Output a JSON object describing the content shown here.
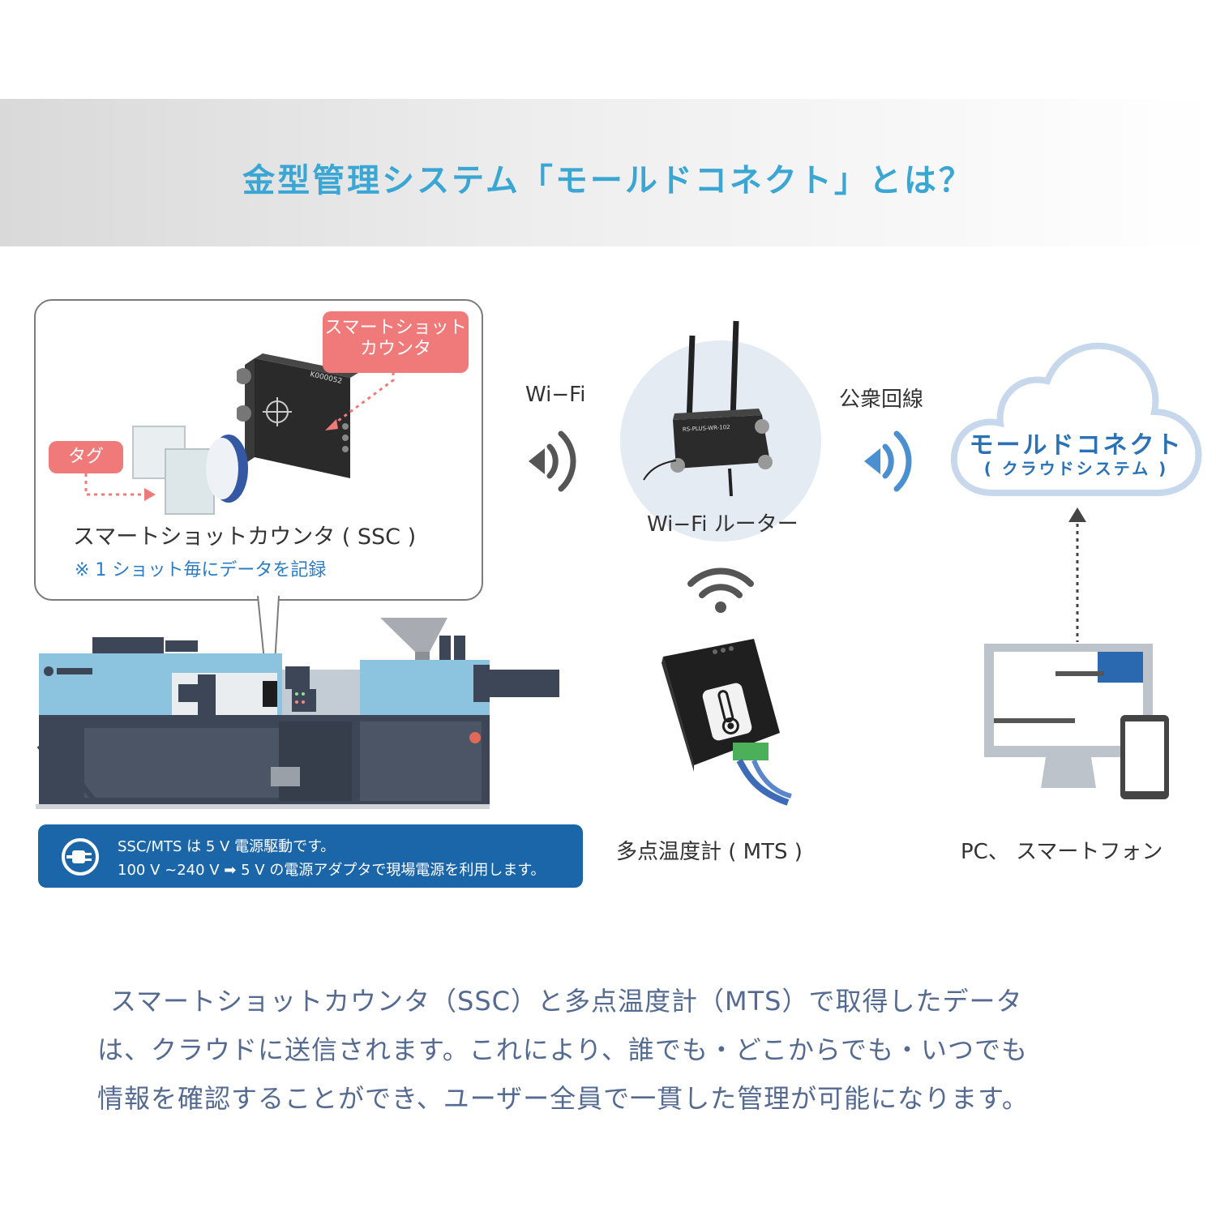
{
  "header": {
    "title": "金型管理システム「モールドコネクト」とは？"
  },
  "diagram": {
    "ssc_tag": [
      "スマートショット",
      "カウンタ"
    ],
    "tag_label": "タグ",
    "ssc_title": "スマートショットカウンタ ( SSC )",
    "ssc_note": "※ 1 ショット毎にデータを記録",
    "power_note": {
      "line1": "SSC/MTS は 5 V 電源駆動です。",
      "line2": "100 V ~240 V ➡ 5 V の電源アダプタで現場電源を利用します。"
    },
    "wifi_label": "Wi−Fi",
    "router_label": "Wi−Fi ルーター",
    "public_line_label": "公衆回線",
    "cloud_title": "モールドコネクト",
    "cloud_subtitle": "( クラウドシステム )",
    "mts_label": "多点温度計 ( MTS )",
    "pc_label": "PC、 スマートフォン",
    "device_text": {
      "ssc_device": "K000052",
      "router_device": "RS-PLUS-WR-102"
    },
    "colors": {
      "accent_title": "#3aa6d4",
      "tag_red": "#f07a7a",
      "machine_blue": "#8cc4e0",
      "machine_dark": "#3d4656",
      "cloud_blue": "#2a72b5",
      "note_blue": "#1b66a8"
    },
    "icons": [
      "plug-icon",
      "wifi-signal-icon",
      "wifi-arc-icon",
      "thermometer-icon",
      "arrow-up-icon"
    ]
  },
  "description": {
    "line1": "スマートショットカウンタ（SSC）と多点温度計（MTS）で取得したデータ",
    "line2": "は、クラウドに送信されます。これにより、誰でも・どこからでも・いつでも",
    "line3": "情報を確認することができ、ユーザー全員で一貫した管理が可能になります。"
  }
}
